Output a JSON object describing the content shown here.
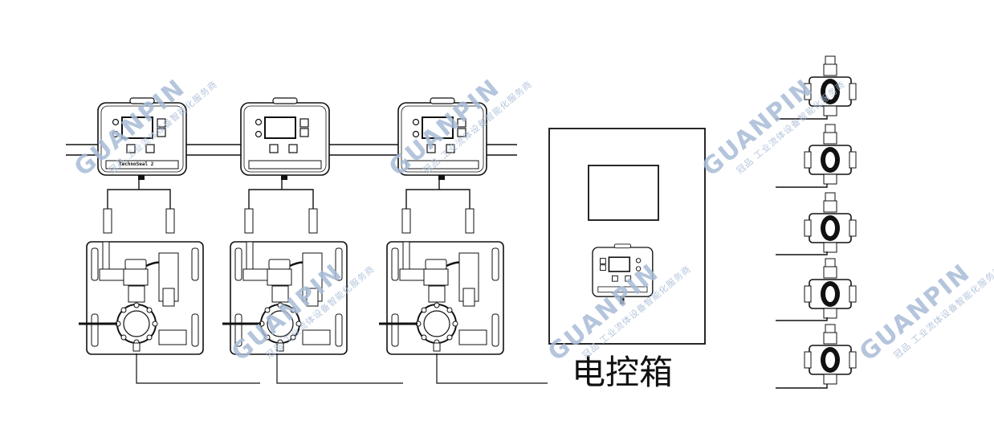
{
  "diagram": {
    "control_box_label": "电控箱",
    "controller_model": "TechnoSeal 2",
    "colors": {
      "stroke": "#111111",
      "watermark": "#a8bcd6",
      "background": "#ffffff"
    }
  },
  "watermark": {
    "brand": "GUANPIN",
    "tagline": "冠品 工业流体设备智能化服务商"
  }
}
